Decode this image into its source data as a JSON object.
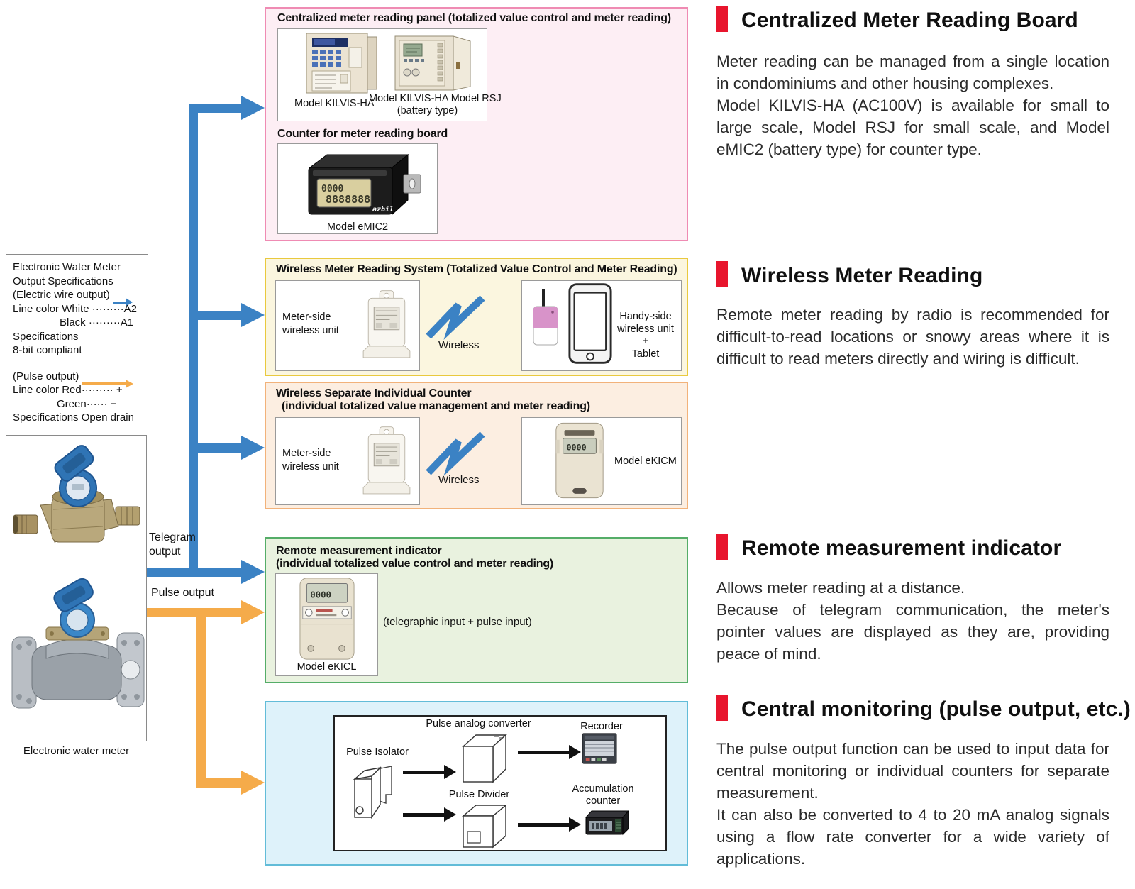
{
  "colors": {
    "accent_blue": "#3b82c4",
    "accent_orange": "#f5ab4a",
    "header_red": "#e8152d",
    "pink_border": "#ef8bb3",
    "pink_fill": "#fdeef4",
    "yellow_border": "#e9c93e",
    "yellow_fill": "#fbf6df",
    "orange_border": "#f2b27a",
    "orange_fill": "#fceee1",
    "green_border": "#55ad68",
    "green_fill": "#e9f2df",
    "blue_border": "#62bcd8",
    "blue_fill": "#def2fa"
  },
  "spec_box": {
    "title1": "Electronic Water Meter",
    "title2": "Output Specifications",
    "electric_label": "(Electric wire output)",
    "electric_line1": "Line color White ·········A2",
    "electric_line2": "Black ·········A1",
    "electric_line3": "Specifications",
    "electric_line4": "8-bit compliant",
    "pulse_label": "(Pulse output)",
    "pulse_line1": "Line color Red········· +",
    "pulse_line2": "Green······ −",
    "pulse_line3": "Specifications Open drain"
  },
  "meter": {
    "caption": "Electronic water meter",
    "telegram_label": "Telegram output",
    "pulse_label": "Pulse output"
  },
  "panel_box": {
    "title": "Centralized meter reading panel (totalized value control and meter reading)",
    "model1": "Model KILVIS-HA",
    "model2a": "Model KILVIS-HA Model RSJ",
    "model2b": "(battery type)",
    "counter_title": "Counter for meter reading board",
    "counter_model": "Model eMIC2",
    "counter_lcd_top": "0000",
    "counter_lcd_bottom": "8888888",
    "counter_brand": "azbil"
  },
  "wireless_box": {
    "title": "Wireless Meter Reading System (Totalized Value Control and Meter Reading)",
    "meter_side": "Meter-side wireless unit",
    "wireless": "Wireless",
    "handy1": "Handy-side wireless unit",
    "handy2": "+",
    "handy3": "Tablet"
  },
  "separate_box": {
    "title1": "Wireless Separate Individual Counter",
    "title2": "(individual totalized value management and meter reading)",
    "meter_side": "Meter-side wireless unit",
    "wireless": "Wireless",
    "model": "Model eKICM",
    "lcd": "0000"
  },
  "remote_box": {
    "title1": "Remote measurement indicator",
    "title2": "(individual totalized value control and meter reading)",
    "model": "Model eKICL",
    "lcd": "0000",
    "note": "(telegraphic input + pulse input)"
  },
  "central_box": {
    "isolator": "Pulse Isolator",
    "converter": "Pulse analog converter",
    "recorder": "Recorder",
    "divider": "Pulse Divider",
    "accumulation1": "Accumulation",
    "accumulation2": "counter"
  },
  "sections": {
    "s1": {
      "title": "Centralized Meter Reading Board",
      "p1": "Meter reading can be managed from a single location in condominiums and other housing complexes.",
      "p2": "Model KILVIS-HA (AC100V) is available for small to large scale, Model RSJ for small scale, and Model eMIC2 (battery type) for counter type."
    },
    "s2": {
      "title": "Wireless Meter Reading",
      "p1": "Remote meter reading by radio is recommended for difficult-to-read locations or snowy areas where it is difficult to read meters directly and wiring is difficult."
    },
    "s3": {
      "title": "Remote measurement indicator",
      "p1": "Allows meter reading at a distance.",
      "p2": "Because of telegram communication, the meter's pointer values are displayed as they are, providing peace of mind."
    },
    "s4": {
      "title": "Central monitoring (pulse output, etc.)",
      "p1": "The pulse output function can be used to input data for central monitoring or individual counters for separate measurement.",
      "p2": "It can also be converted to 4 to 20 mA analog signals using a flow rate converter for a wide variety of applications."
    }
  }
}
